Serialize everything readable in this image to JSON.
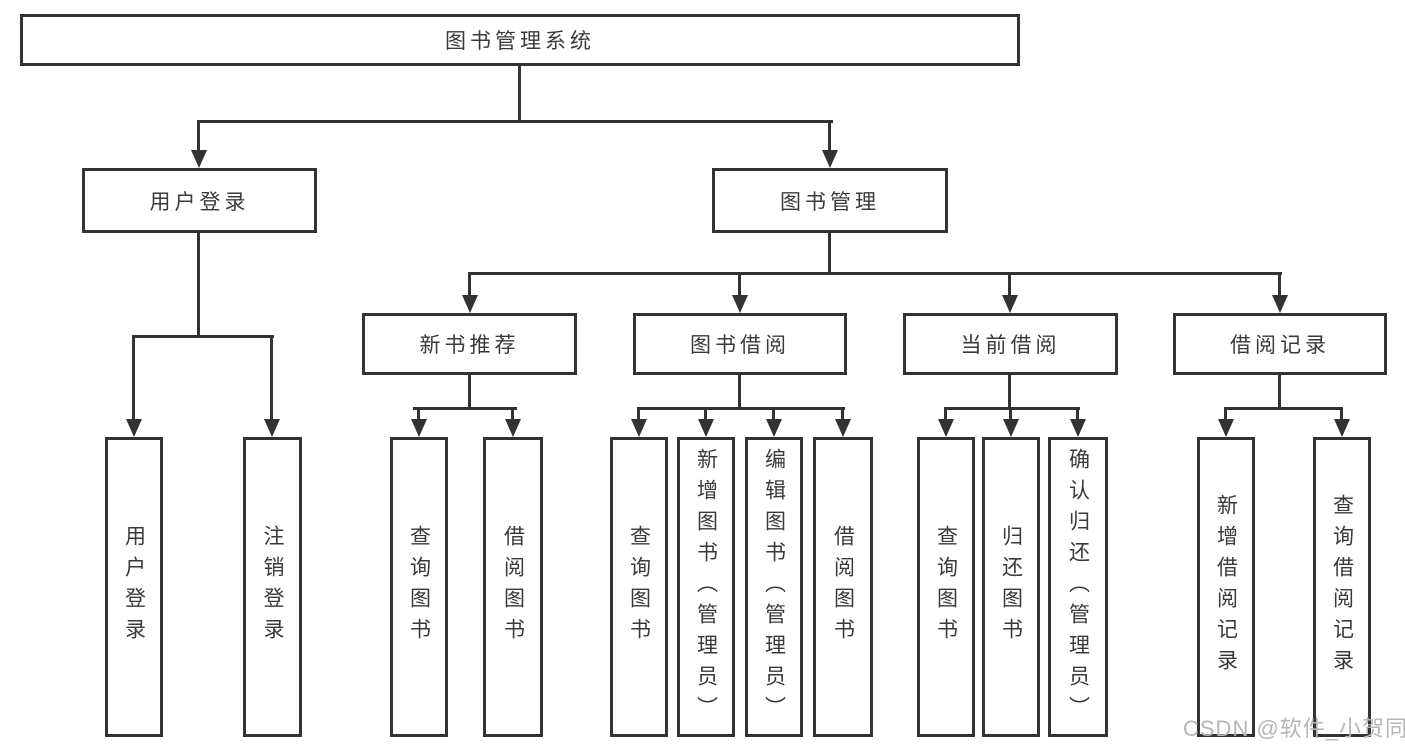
{
  "tree": {
    "root": "图书管理系统",
    "branches": [
      {
        "label": "用户登录",
        "children": [
          "用户登录",
          "注销登录"
        ]
      },
      {
        "label": "图书管理",
        "groups": [
          {
            "label": "新书推荐",
            "children": [
              "查询图书",
              "借阅图书"
            ]
          },
          {
            "label": "图书借阅",
            "children": [
              "查询图书",
              "新增图书（管理员）",
              "编辑图书（管理员）",
              "借阅图书"
            ]
          },
          {
            "label": "当前借阅",
            "children": [
              "查询图书",
              "归还图书",
              "确认归还（管理员）"
            ]
          },
          {
            "label": "借阅记录",
            "children": [
              "新增借阅记录",
              "查询借阅记录"
            ]
          }
        ]
      }
    ]
  },
  "watermark": {
    "text": "CSDN @软件_小贺同学"
  },
  "colors": {
    "line": "#333333",
    "text": "#3a3a3a",
    "background": "#ffffff",
    "watermark": "#b5b5b5"
  }
}
